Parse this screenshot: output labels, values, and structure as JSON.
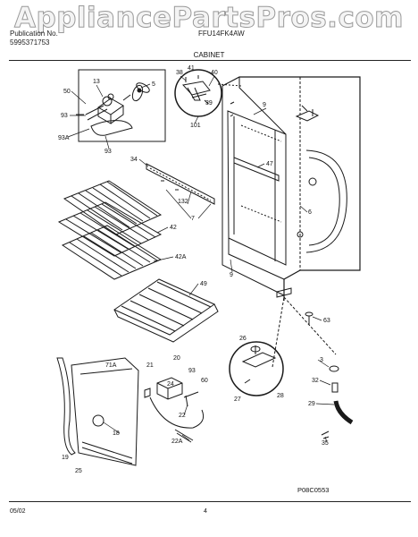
{
  "watermark": "AppliancePartsPros.com",
  "header": {
    "line1_left": "Publication No.",
    "line2_left": "5995371753",
    "line1_right": "FFU14FK4AW",
    "section": "CABINET"
  },
  "figure_code": "P08C0553",
  "footer": {
    "date": "05/02",
    "page": "4"
  },
  "callouts": {
    "c13": "13",
    "c5": "5",
    "c50": "50",
    "c93a": "93",
    "c93A": "93A",
    "c93b": "93",
    "c38": "38",
    "c41": "41",
    "c40": "40",
    "c39": "39",
    "c101": "101",
    "c9a": "9",
    "c47": "47",
    "c34": "34",
    "c132": "132",
    "c7": "7",
    "c6": "6",
    "c42": "42",
    "c42A": "42A",
    "c9b": "9",
    "c49": "49",
    "c63": "63",
    "c26": "26",
    "c28": "28",
    "c27": "27",
    "c3": "3",
    "c32": "32",
    "c29": "29",
    "c35": "35",
    "c71A": "71A",
    "c21": "21",
    "c20": "20",
    "c93c": "93",
    "c60": "60",
    "c24": "24",
    "c22": "22",
    "c22A": "22A",
    "c18": "18",
    "c19": "19",
    "c25": "25"
  }
}
